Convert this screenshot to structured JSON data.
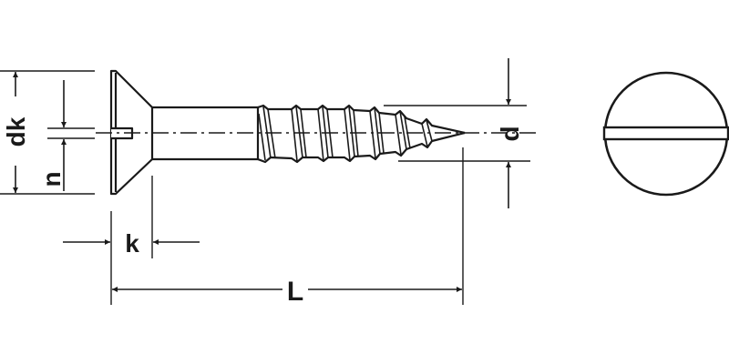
{
  "diagram": {
    "subject": "Countersunk slotted wood screw",
    "colors": {
      "line": "#1a1a1a",
      "background": "#ffffff"
    },
    "dimensions": {
      "dk": {
        "label": "dk",
        "meaning": "head diameter"
      },
      "n": {
        "label": "n",
        "meaning": "slot width"
      },
      "k": {
        "label": "k",
        "meaning": "head height"
      },
      "d": {
        "label": "d",
        "meaning": "thread diameter"
      },
      "L": {
        "label": "L",
        "meaning": "screw length"
      }
    },
    "views": [
      "side-view",
      "head-top-view"
    ]
  }
}
